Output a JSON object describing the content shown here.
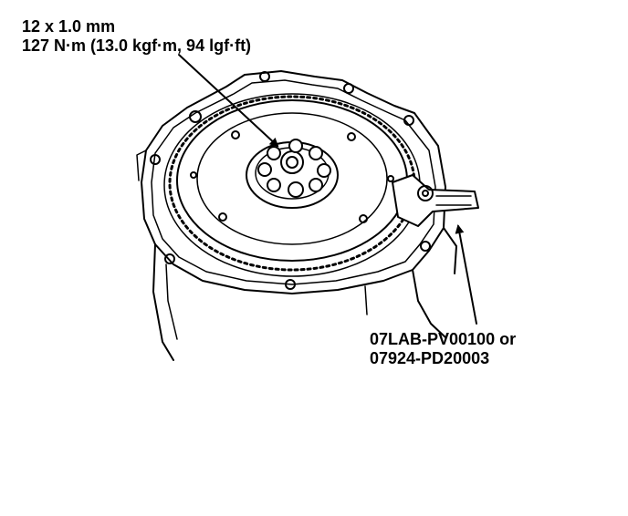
{
  "torque_spec": {
    "bolt_size": "12 x 1.0 mm",
    "torque": "127 N·m (13.0 kgf·m, 94 lgf·ft)"
  },
  "tool_spec": {
    "line1": "07LAB-PV00100 or",
    "line2": "07924-PD20003"
  },
  "colors": {
    "ink": "#000000",
    "background": "#ffffff"
  }
}
